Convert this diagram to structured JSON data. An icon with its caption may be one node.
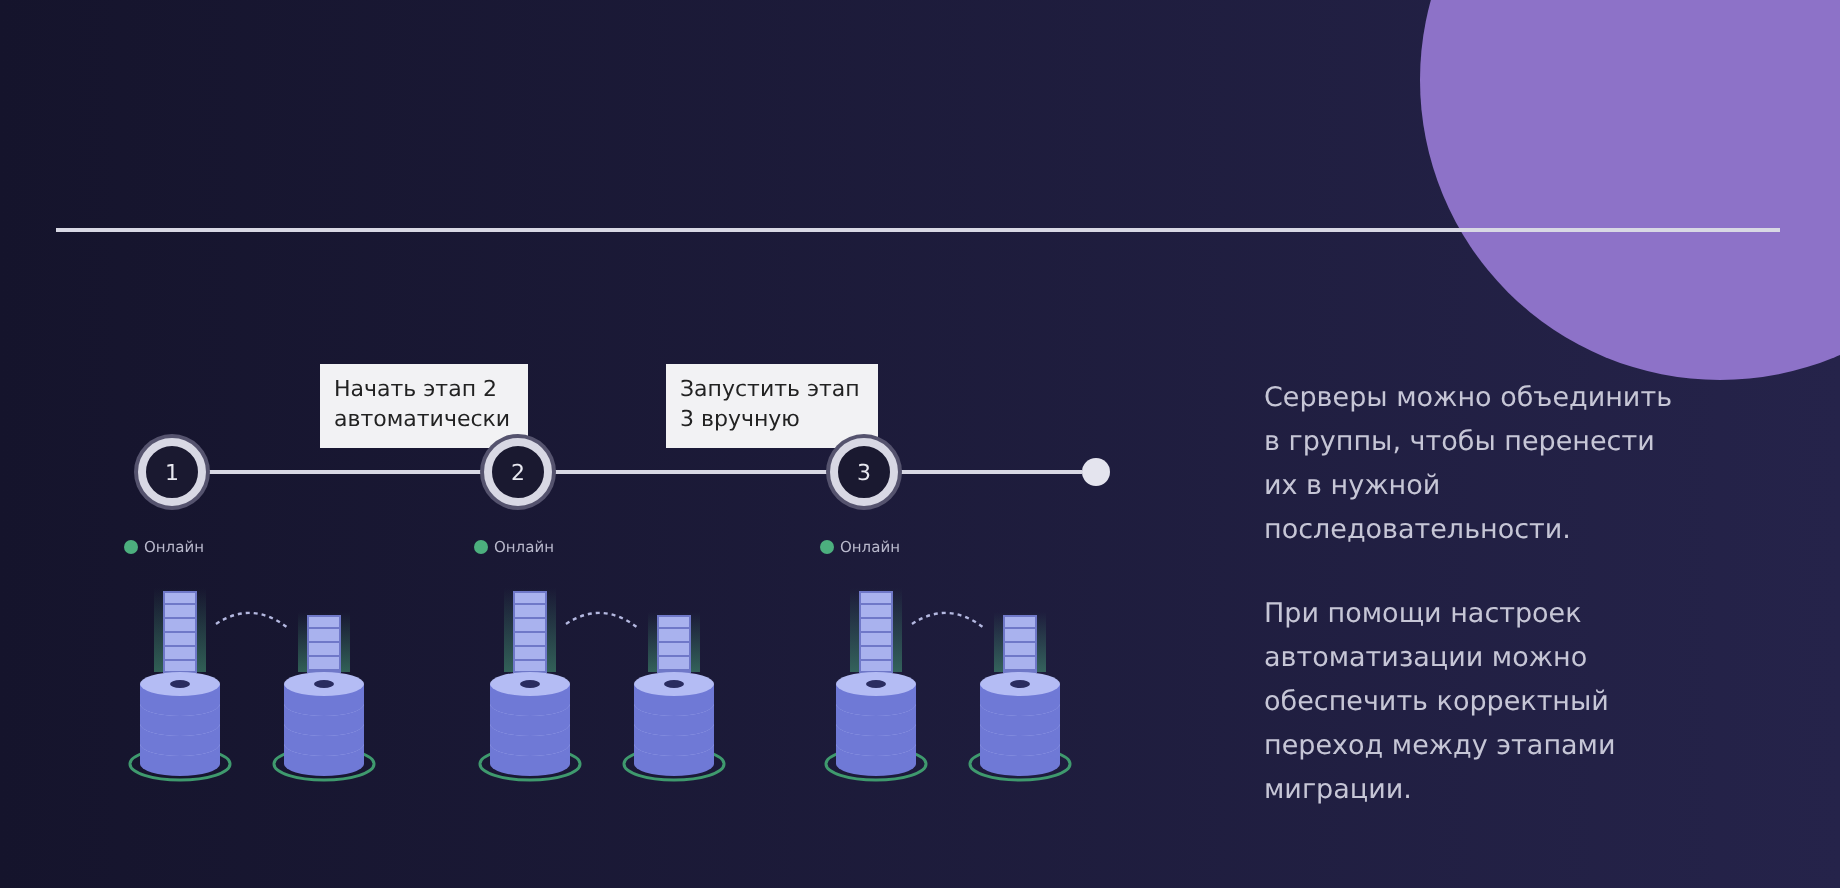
{
  "diagram": {
    "nodes": [
      {
        "text": [
          "1"
        ]
      },
      {
        "text": [
          "Начать этап 2 автоматически"
        ]
      },
      {
        "text": [
          "2"
        ]
      },
      {
        "text": [
          "Запустить этап 3 вручную"
        ]
      },
      {
        "text": [
          "3"
        ]
      },
      {
        "text": [],
        "shape": "circle"
      },
      {
        "text": [],
        "shape": "picture"
      },
      {
        "text": [],
        "shape": "picture"
      },
      {
        "text": [],
        "shape": "picture"
      },
      {
        "text": [],
        "shape": "picture"
      },
      {
        "text": [],
        "shape": "picture"
      },
      {
        "text": [],
        "shape": "picture"
      }
    ],
    "edges": [
      {
        "from": 0,
        "to": 2,
        "arrow": "none"
      },
      {
        "from": 2,
        "to": 4,
        "arrow": "none"
      },
      {
        "from": 4,
        "to": 5,
        "arrow": "none"
      },
      {
        "from": 6,
        "to": 7,
        "arrow": "none",
        "style": "dashed"
      },
      {
        "from": 8,
        "to": 9,
        "arrow": "none",
        "style": "dashed"
      },
      {
        "from": 10,
        "to": 11,
        "arrow": "none",
        "style": "dashed"
      }
    ],
    "labels": [
      "Онлайн",
      "Онлайн",
      "Онлайн",
      "Серверы можно объединить в группы, чтобы перенести их в нужной последовательности.",
      "При помощи настроек автоматизации можно обеспечить корректный переход между этапами миграции."
    ]
  }
}
